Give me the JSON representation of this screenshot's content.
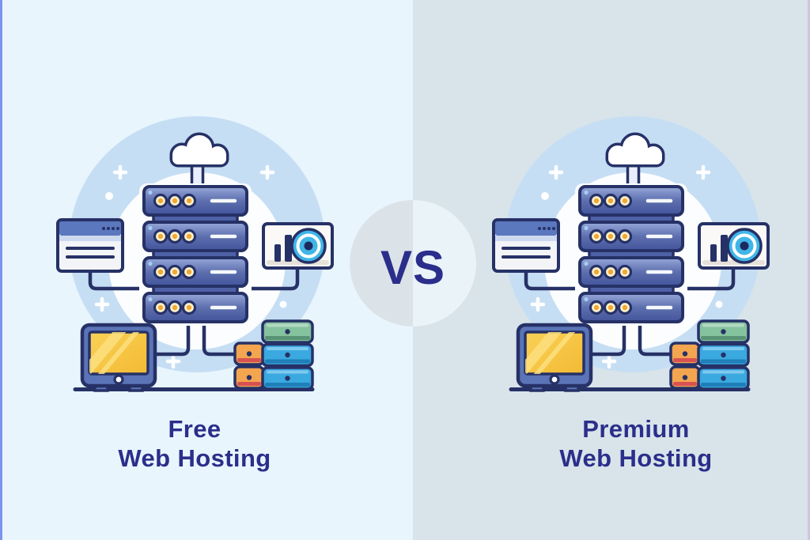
{
  "page": {
    "type": "comparison-infographic"
  },
  "divider": {
    "vs_label": "VS"
  },
  "panels": {
    "left": {
      "title_line1": "Free",
      "title_line2": "Web Hosting",
      "background": "#e8f5fd",
      "edge_line": "#7e93ef"
    },
    "right": {
      "title_line1": "Premium",
      "title_line2": "Web Hosting",
      "background": "#d8e4e9",
      "edge_line": "#cfc3e7"
    }
  },
  "text_color": "#2b2e8a",
  "illustration": {
    "icons": [
      "cloud-icon",
      "server-stack-icon",
      "browser-window-icon",
      "analytics-card-icon",
      "monitor-icon",
      "storage-drives-icon",
      "sparkle-plus-icon",
      "sparkle-dot-icon"
    ],
    "colors": {
      "outline_navy": "#263166",
      "circle_band": "#c6def4",
      "inner_circle": "#fbfdff",
      "server_body": "#5d6fae",
      "led_yellow": "#f1a735",
      "browser_header": "#5b77bd",
      "analytics_disc_cyan": "#40b6e8",
      "monitor_bezel": "#5b74b7",
      "screen_yellow": "#f7c544",
      "drive_green": "#85c29e",
      "drive_blue": "#3aa9e0",
      "drive_orange": "#f4a54f"
    }
  }
}
